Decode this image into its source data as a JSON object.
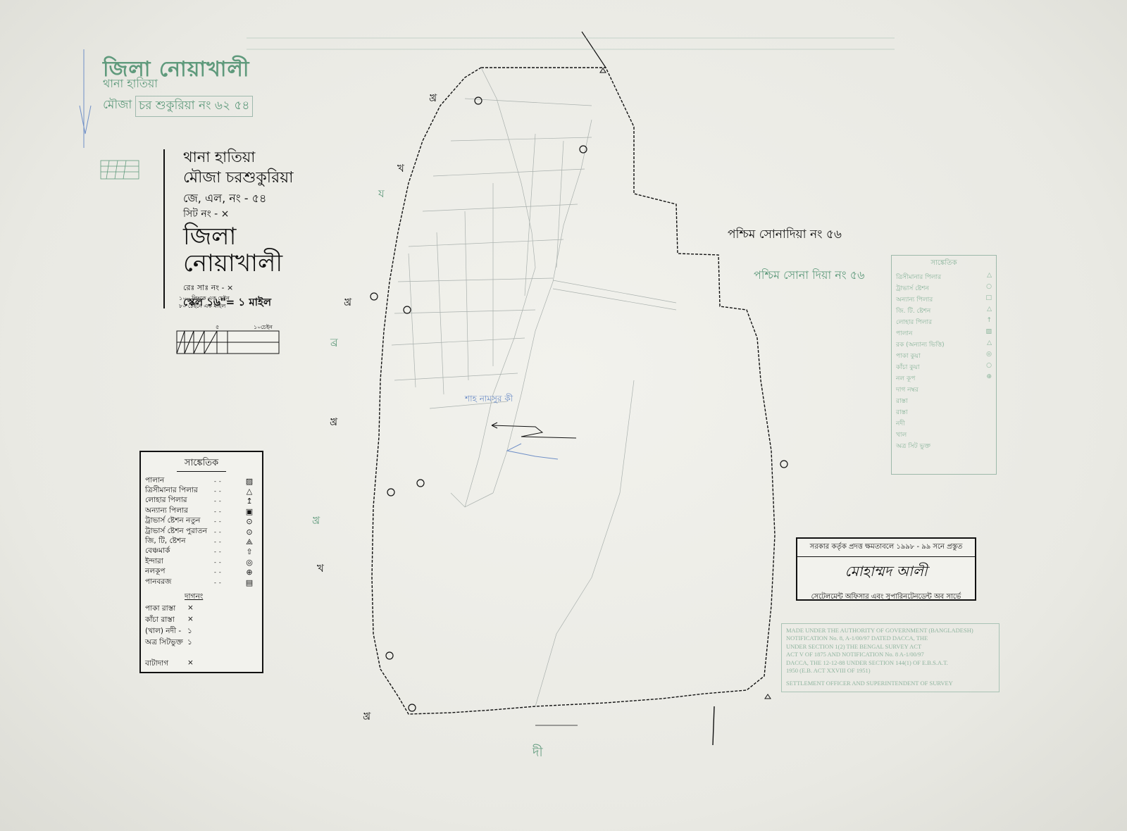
{
  "header": {
    "district_title": "জিলা নোয়াখালী",
    "thana": "থানা হাতিয়া",
    "mouza_label": "মৌজা",
    "mouza_value": "চর শুকুরিয়া নং ৬২ ৫৪"
  },
  "title_block": {
    "thana": "থানা হাতিয়া",
    "mouza": "মৌজা চরশুকুরিয়া",
    "jl_no": "জে, এল, নং - ৫৪",
    "sheet_no": "সিট নং - ×",
    "district": "জিলা নোয়াখালী",
    "rev_no": "রেঃ সাঃ নং - ×",
    "scale": "স্কেল ১৬\"= ১ মাইল",
    "chain_note_1": "১০০ লিংকে এক চেইন",
    "chain_note_2": "৮০ চেইনে এক মাইল",
    "scale_bar_label_mid": "৫",
    "scale_bar_label_end": "১০চেইন"
  },
  "legend": {
    "title": "সাঙ্কেতিক",
    "items": [
      {
        "label": "পালান",
        "symbol": "▨"
      },
      {
        "label": "ত্রিসীমানার পিলার",
        "symbol": "△"
      },
      {
        "label": "লোহার পিলার",
        "symbol": "↥"
      },
      {
        "label": "অন্যান্য পিলার",
        "symbol": "▣"
      },
      {
        "label": "ট্রাভার্স ষ্টেশন নতুন",
        "symbol": "⊙"
      },
      {
        "label": "ট্রাভার্স ষ্টেশন পুরাতন",
        "symbol": "⊙"
      },
      {
        "label": "জি, টি, ষ্টেশন",
        "symbol": "⟁"
      },
      {
        "label": "বেঞ্চমার্ক",
        "symbol": "⇧"
      },
      {
        "label": "ইন্দারা",
        "symbol": "◎"
      },
      {
        "label": "নলকূপ",
        "symbol": "⊕"
      },
      {
        "label": "পানবরজ",
        "symbol": "▤"
      }
    ],
    "sub_heading": "দাগনং",
    "items2": [
      {
        "label": "পাকা রাস্তা",
        "value": "×"
      },
      {
        "label": "কাঁচা রাস্তা",
        "value": "×"
      },
      {
        "label": "(খাল) নদী -",
        "value": "১"
      },
      {
        "label": "অত্র সিটভুক্ত",
        "value": "১"
      },
      {
        "label": "বাটাদাগ",
        "value": "×"
      }
    ]
  },
  "neighbor_labels": {
    "east_black": "পশ্চিম সোনাদিয়া নং ৫৬",
    "east_green": "পশ্চিম সোনা দিয়া নং ৫৬",
    "south": "দী",
    "canal": "শাহ নামসুর কী"
  },
  "direction_marks": [
    "খ্র",
    "খ",
    "য",
    "খ্র",
    "ব্র",
    "খ্র",
    "খ্র",
    "খ",
    "খ্র"
  ],
  "certificate": {
    "top": "সরকার কর্তৃক প্রদত্ত ক্ষমতাবলে ১৯৯৮ - ৯৯ সনে প্রস্তুত",
    "signature": "মোহাম্মদ আলী",
    "bottom": "সেটেলমেন্ট অফিসার এবং সুপারিনটেনডেন্ট অব সার্ভে"
  },
  "english_note": {
    "line1": "MADE UNDER THE AUTHORITY OF GOVERNMENT (BANGLADESH)",
    "line2": "NOTIFICATION No. 8, A-1/00/97 DATED DACCA, THE",
    "line3": "UNDER SECTION 1(2) THE BENGAL SURVEY ACT",
    "line4": "ACT V OF 1875 AND NOTIFICATION No. 8 A-1/00/97",
    "line5": "DACCA, THE 12-12-88 UNDER SECTION 144(1) OF E.B.S.A.T.",
    "line6": "1950 (E.B. ACT XXVIII OF 1951)",
    "line7": "SETTLEMENT OFFICER AND SUPERINTENDENT OF SURVEY"
  },
  "right_legend": {
    "title": "সাঙ্কেতিক",
    "items": [
      {
        "label": "ত্রিসীমানার পিলার",
        "symbol": "△"
      },
      {
        "label": "ট্রাভার্স ষ্টেশন",
        "symbol": "○"
      },
      {
        "label": "অন্যান্য পিলার",
        "symbol": "□"
      },
      {
        "label": "জি. টি. ষ্টেশন",
        "symbol": "△"
      },
      {
        "label": "লোহার পিলার",
        "symbol": "↑"
      },
      {
        "label": "পালান",
        "symbol": "▨"
      },
      {
        "label": "রক (অন্যান্য ভিত্তি)",
        "symbol": "△"
      },
      {
        "label": "পাকা কুয়া",
        "symbol": "◎"
      },
      {
        "label": "কাঁচা কুয়া",
        "symbol": "○"
      },
      {
        "label": "নল কূপ",
        "symbol": "⊕"
      },
      {
        "label": "দাগ নম্বর",
        "symbol": ""
      },
      {
        "label": "রাস্তা",
        "symbol": ""
      },
      {
        "label": "রাস্তা",
        "symbol": ""
      },
      {
        "label": "নদী",
        "symbol": ""
      },
      {
        "label": "খাল",
        "symbol": ""
      },
      {
        "label": "অত্র সিট ভুক্ত",
        "symbol": ""
      }
    ]
  }
}
